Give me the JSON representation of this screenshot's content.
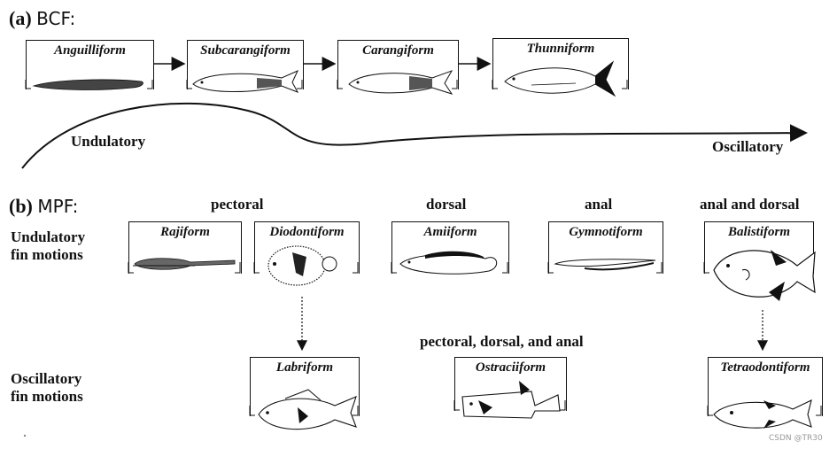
{
  "section_a": {
    "letter": "(a)",
    "label": "BCF:"
  },
  "section_b": {
    "letter": "(b)",
    "label": "MPF:"
  },
  "bcf_forms": [
    "Anguilliform",
    "Subcarangiform",
    "Carangiform",
    "Thunniform"
  ],
  "spectrum": {
    "left": "Undulatory",
    "right": "Oscillatory"
  },
  "mpf_headers": {
    "pectoral": "pectoral",
    "dorsal": "dorsal",
    "anal": "anal",
    "anal_dorsal": "anal and dorsal",
    "pda": "pectoral, dorsal, and anal"
  },
  "row_labels": {
    "undulatory": [
      "Undulatory",
      "fin motions"
    ],
    "oscillatory": [
      "Oscillatory",
      "fin motions"
    ]
  },
  "mpf_undulatory": [
    "Rajiform",
    "Diodontiform",
    "Amiiform",
    "Gymnotiform",
    "Balistiform"
  ],
  "mpf_oscillatory": [
    "Labriform",
    "Ostraciiform",
    "Tetraodontiform"
  ],
  "watermark": "CSDN @TR30"
}
